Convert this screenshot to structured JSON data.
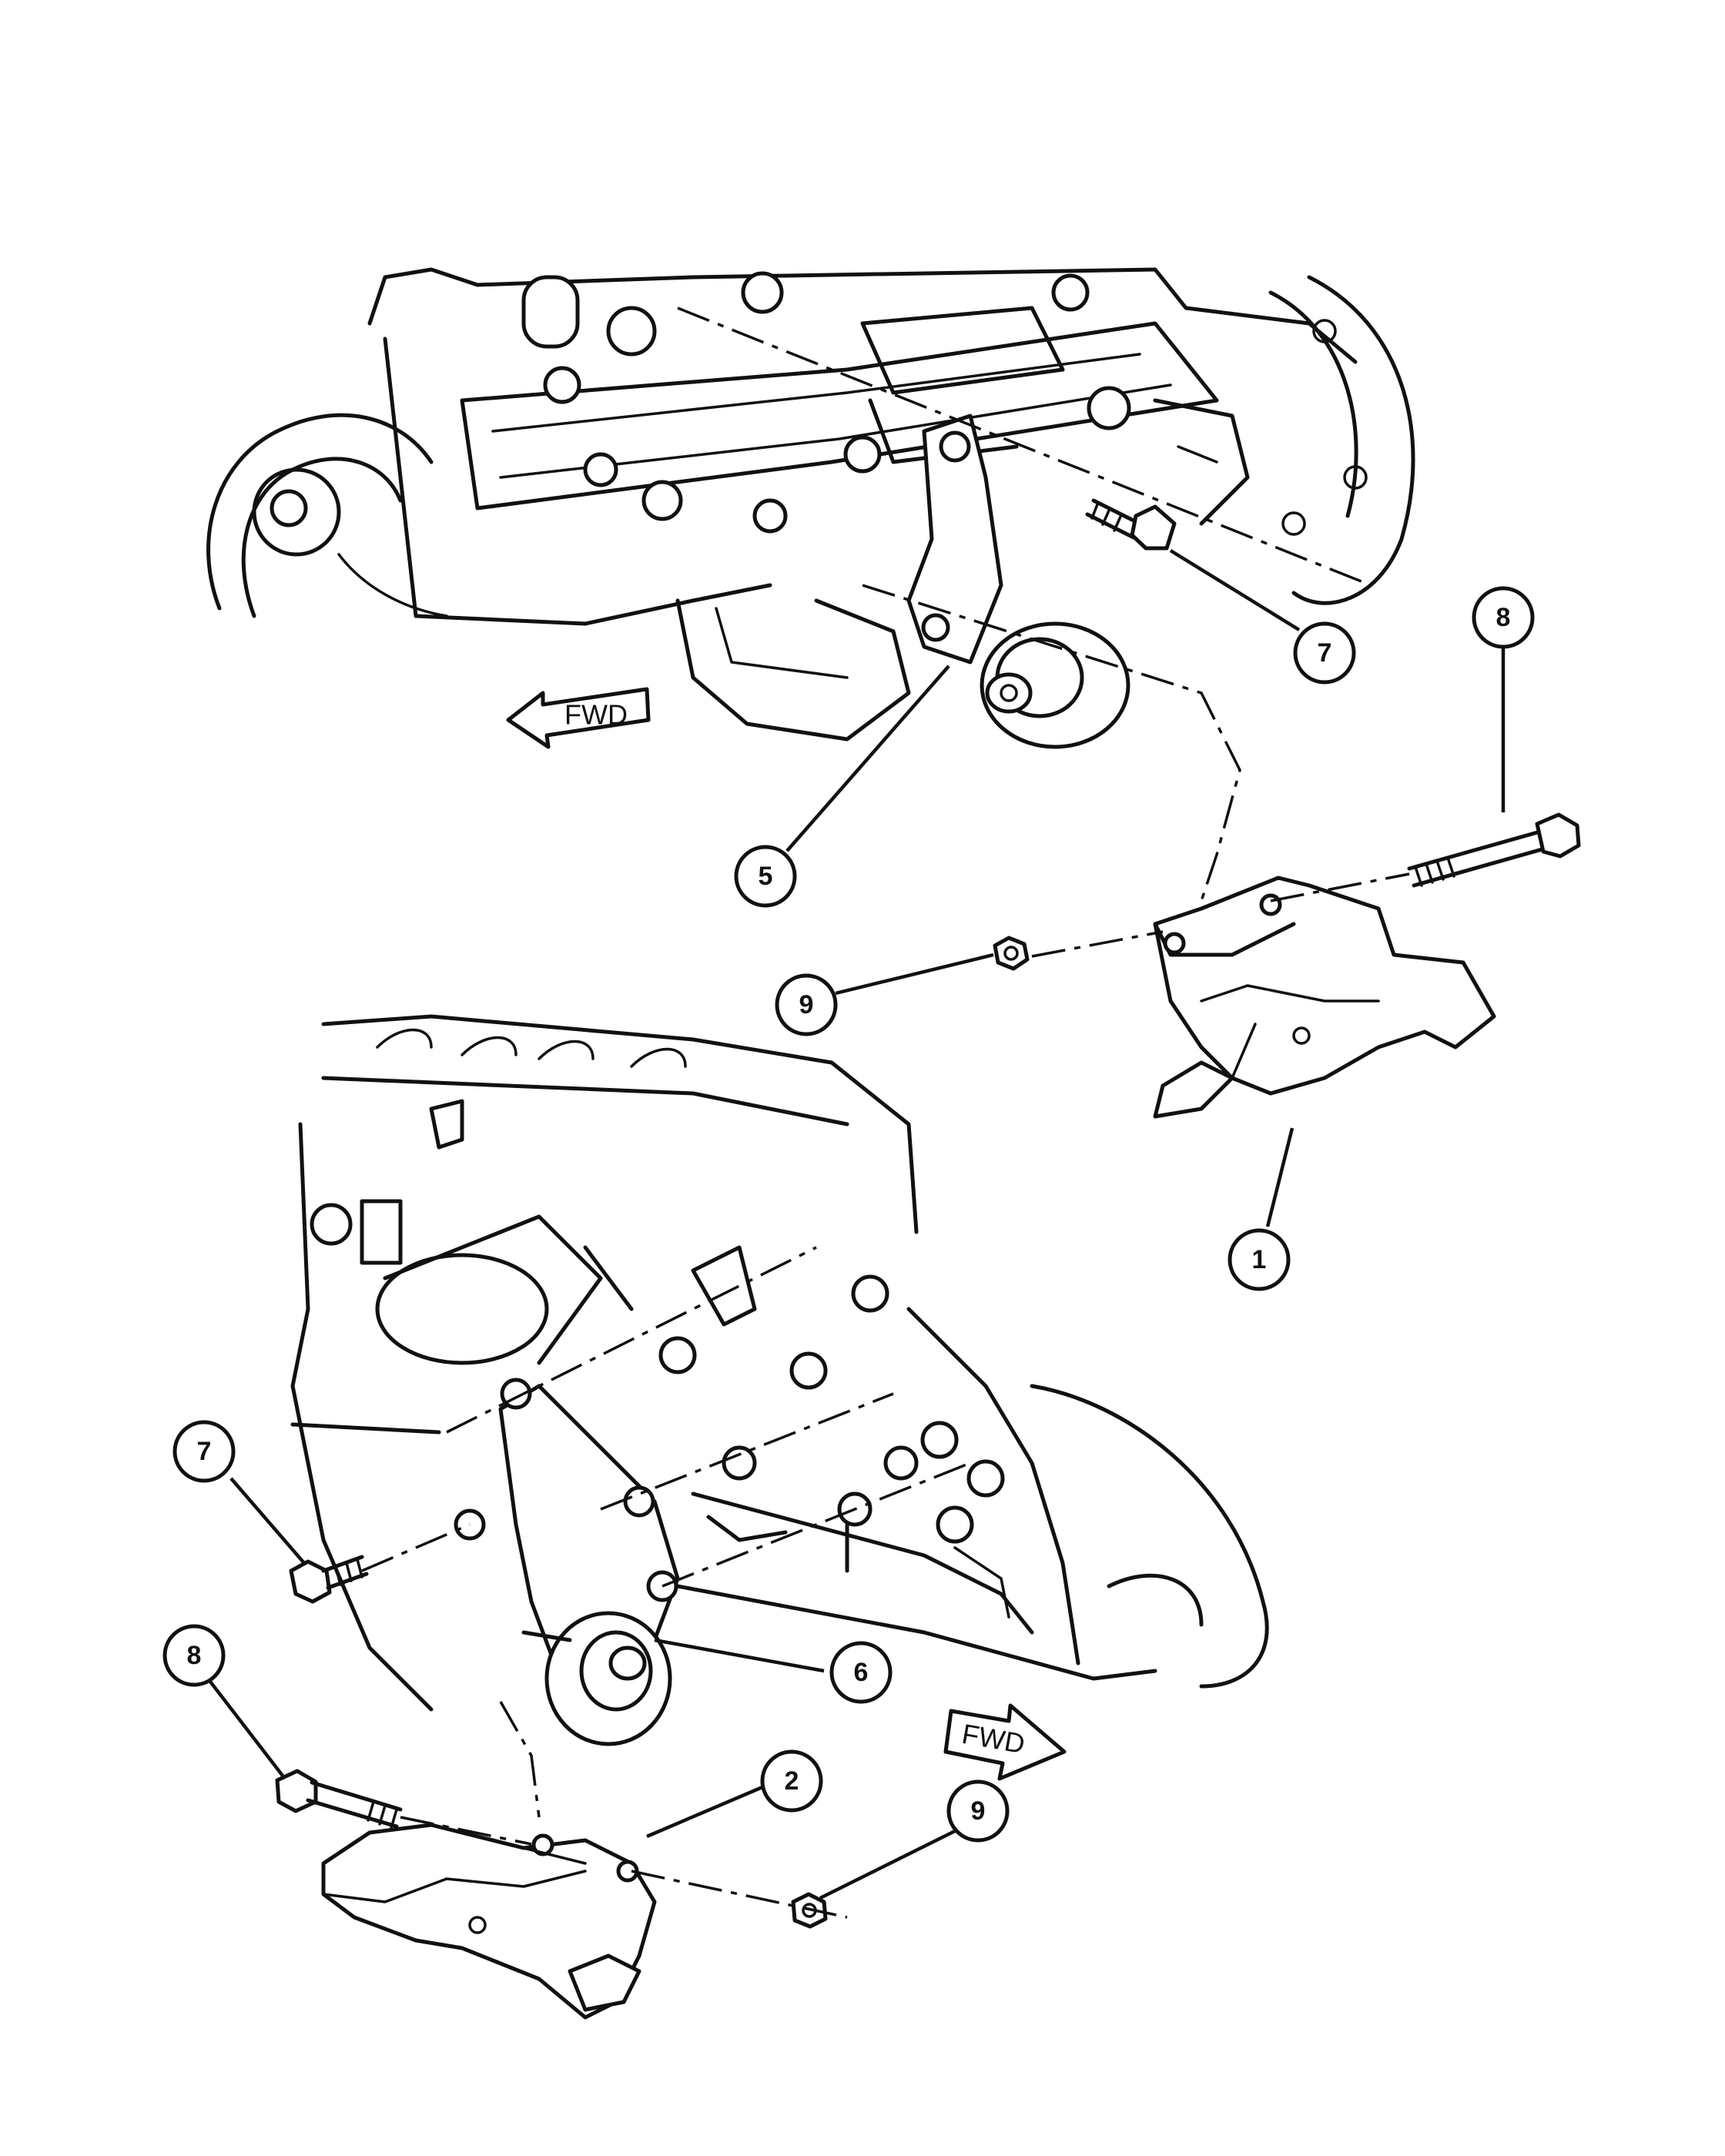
{
  "arrows": {
    "upper": "FWD",
    "lower": "FWD"
  },
  "callouts": {
    "c1": "1",
    "c2": "2",
    "c5": "5",
    "c6": "6",
    "c7_upper": "7",
    "c7_lower": "7",
    "c8_upper": "8",
    "c8_lower": "8",
    "c9_upper": "9",
    "c9_lower": "9"
  }
}
